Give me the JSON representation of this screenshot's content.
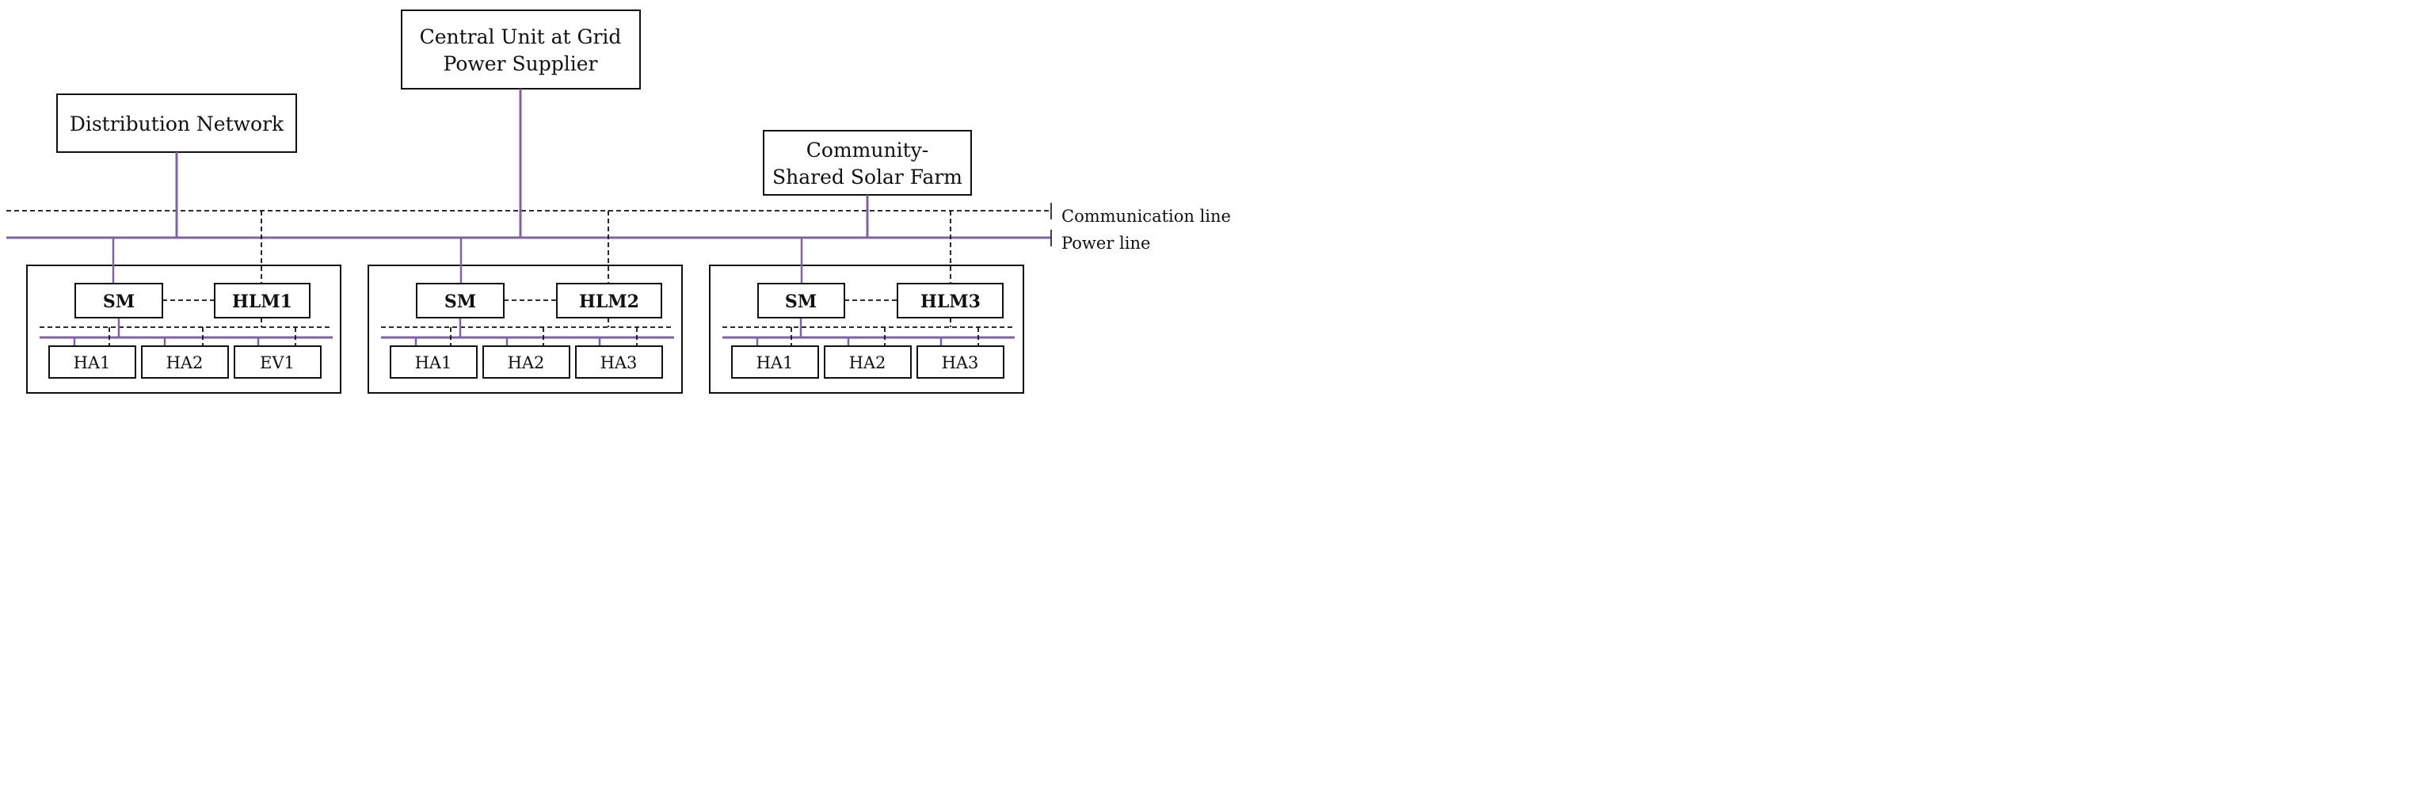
{
  "top_units": {
    "central": {
      "line1": "Central Unit at Grid",
      "line2": "Power Supplier"
    },
    "distribution": {
      "label": "Distribution Network"
    },
    "solar": {
      "line1": "Community-",
      "line2": "Shared Solar Farm"
    }
  },
  "legend": {
    "communication": "Communication line",
    "power": "Power line"
  },
  "colors": {
    "power_line": "#8060a8",
    "communication_line": "#111111"
  },
  "homes": [
    {
      "meter": "SM",
      "hlm": "HLM1",
      "appliances": [
        "HA1",
        "HA2",
        "EV1"
      ]
    },
    {
      "meter": "SM",
      "hlm": "HLM2",
      "appliances": [
        "HA1",
        "HA2",
        "HA3"
      ]
    },
    {
      "meter": "SM",
      "hlm": "HLM3",
      "appliances": [
        "HA1",
        "HA2",
        "HA3"
      ]
    }
  ]
}
